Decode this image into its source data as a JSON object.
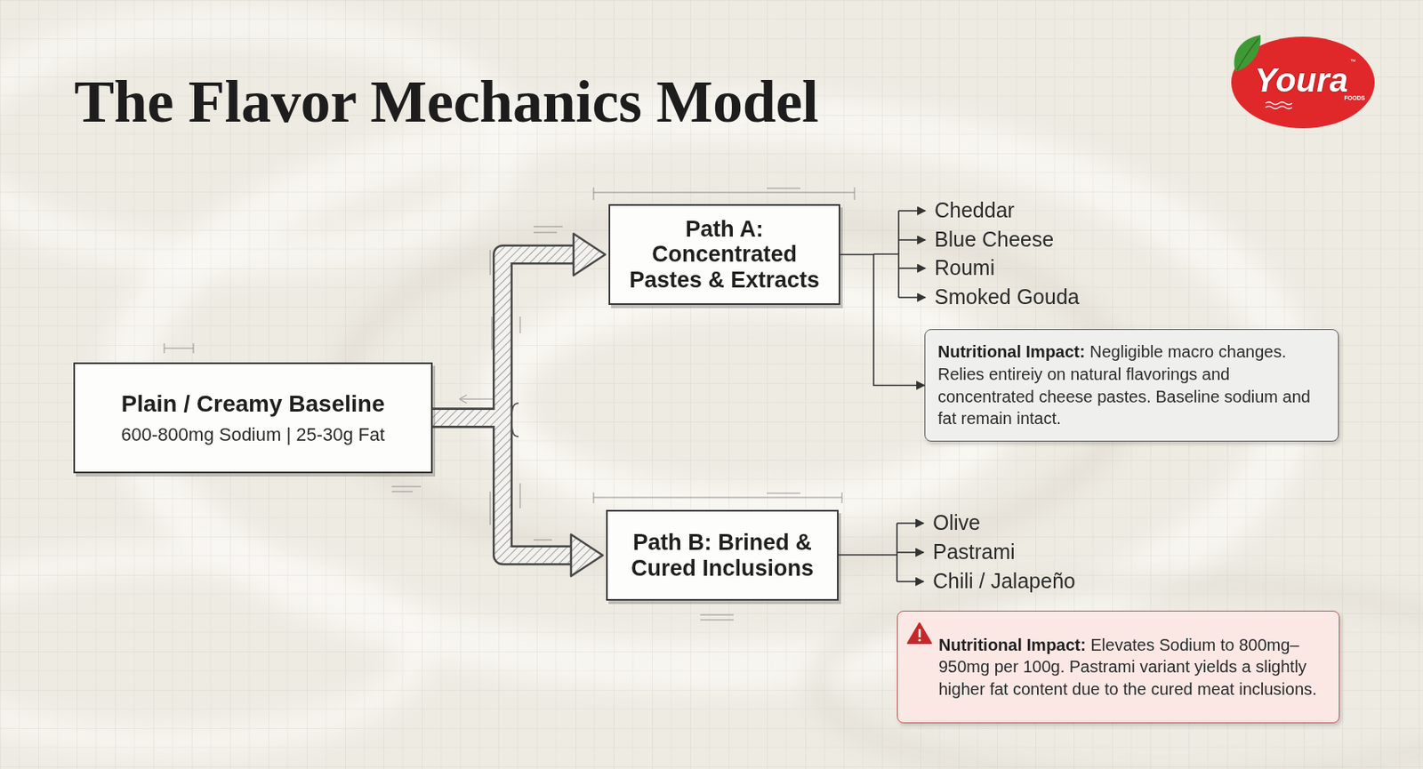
{
  "diagram": {
    "title": "The Flavor Mechanics Model",
    "nodes": [
      {
        "text": [
          "Plain / Creamy Baseline",
          "600-800mg Sodium | 25-30g Fat"
        ]
      },
      {
        "text": [
          "Path A: Concentrated Pastes & Extracts"
        ]
      },
      {
        "text": [
          "Path B: Brined & Cured Inclusions"
        ]
      },
      {
        "text": [
          "Nutritional Impact:",
          "Negligible macro changes. Relies entireiy on natural flavorings and concentrated cheese pastes. Baseline sodium and fat remain intact."
        ]
      },
      {
        "text": [
          "Nutritional Impact:",
          "Elevates Sodium to 800mg–950mg per 100g. Pastrami variant yields a slightly higher fat content due to the cured meat inclusions."
        ]
      }
    ],
    "edges": [
      {
        "from": 0,
        "to": 1,
        "arrow": "to"
      },
      {
        "from": 0,
        "to": 2,
        "arrow": "to"
      },
      {
        "from": 1,
        "to": 3,
        "arrow": "to"
      }
    ],
    "labels": [
      "Cheddar",
      "Blue Cheese",
      "Roumi",
      "Smoked Gouda",
      "Olive",
      "Pastrami",
      "Chili / Jalapeño",
      "Youra",
      "FOODS",
      "™"
    ]
  }
}
